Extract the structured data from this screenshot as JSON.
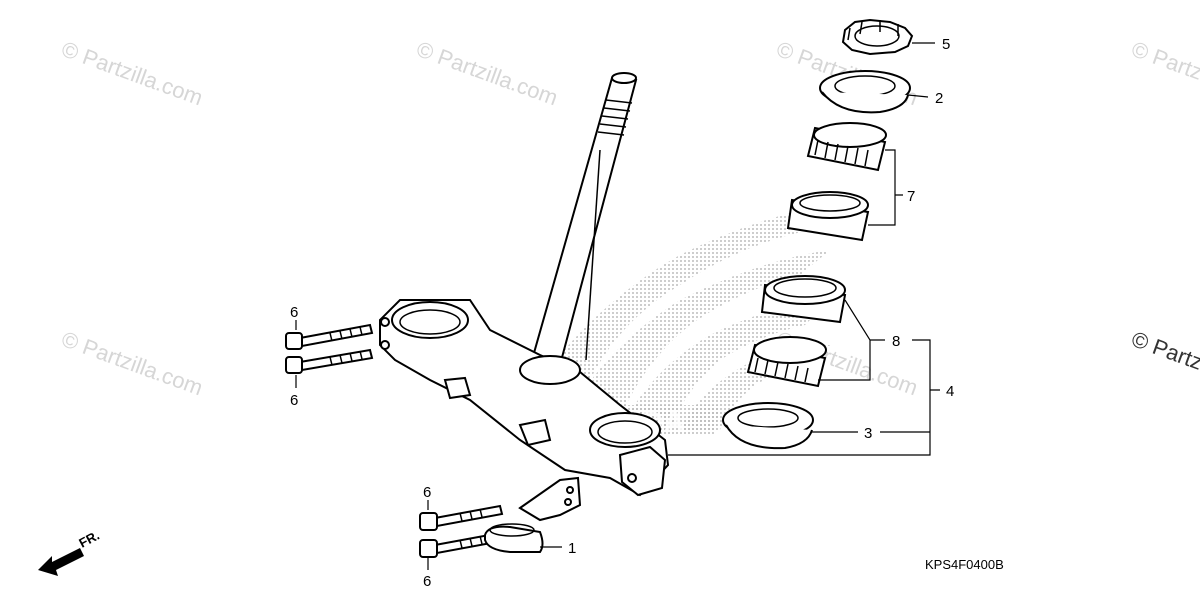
{
  "watermark": {
    "text": "© Partzilla.com",
    "edge_text": "© Partz",
    "color": "#d6d6d6"
  },
  "diagram_code": "KPS4F0400B",
  "front_indicator": "FR.",
  "callouts": {
    "c1": "1",
    "c2": "2",
    "c3": "3",
    "c4": "4",
    "c5": "5",
    "c6a": "6",
    "c6b": "6",
    "c6c": "6",
    "c6d": "6",
    "c7": "7",
    "c8": "8"
  },
  "icons": {
    "logo": "honda-wing-logo",
    "arrow": "front-direction-arrow"
  }
}
